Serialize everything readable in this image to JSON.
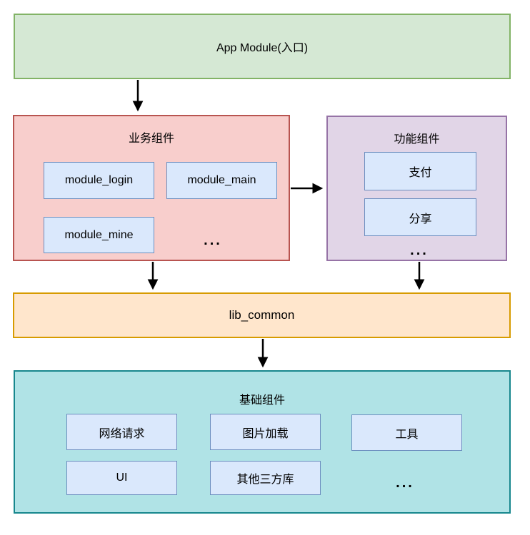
{
  "nodes": {
    "app": {
      "label": "App Module(入口)"
    },
    "business": {
      "title": "业务组件",
      "modules": [
        "module_login",
        "module_main",
        "module_mine"
      ],
      "ellipsis": "..."
    },
    "feature": {
      "title": "功能组件",
      "modules": [
        "支付",
        "分享"
      ],
      "ellipsis": "..."
    },
    "lib": {
      "label": "lib_common"
    },
    "base": {
      "title": "基础组件",
      "modules": [
        "网络请求",
        "图片加载",
        "工具",
        "UI",
        "其他三方库"
      ],
      "ellipsis": "..."
    }
  },
  "colors": {
    "app_fill": "#d5e8d4",
    "app_stroke": "#82b366",
    "business_fill": "#f8cecc",
    "business_stroke": "#b85450",
    "feature_fill": "#e1d5e7",
    "feature_stroke": "#9673a6",
    "lib_fill": "#ffe6cc",
    "lib_stroke": "#d79b00",
    "base_fill": "#b0e3e6",
    "base_stroke": "#17878d",
    "module_fill": "#dae8fc",
    "module_stroke": "#6c8ebf",
    "arrow": "#000000"
  }
}
